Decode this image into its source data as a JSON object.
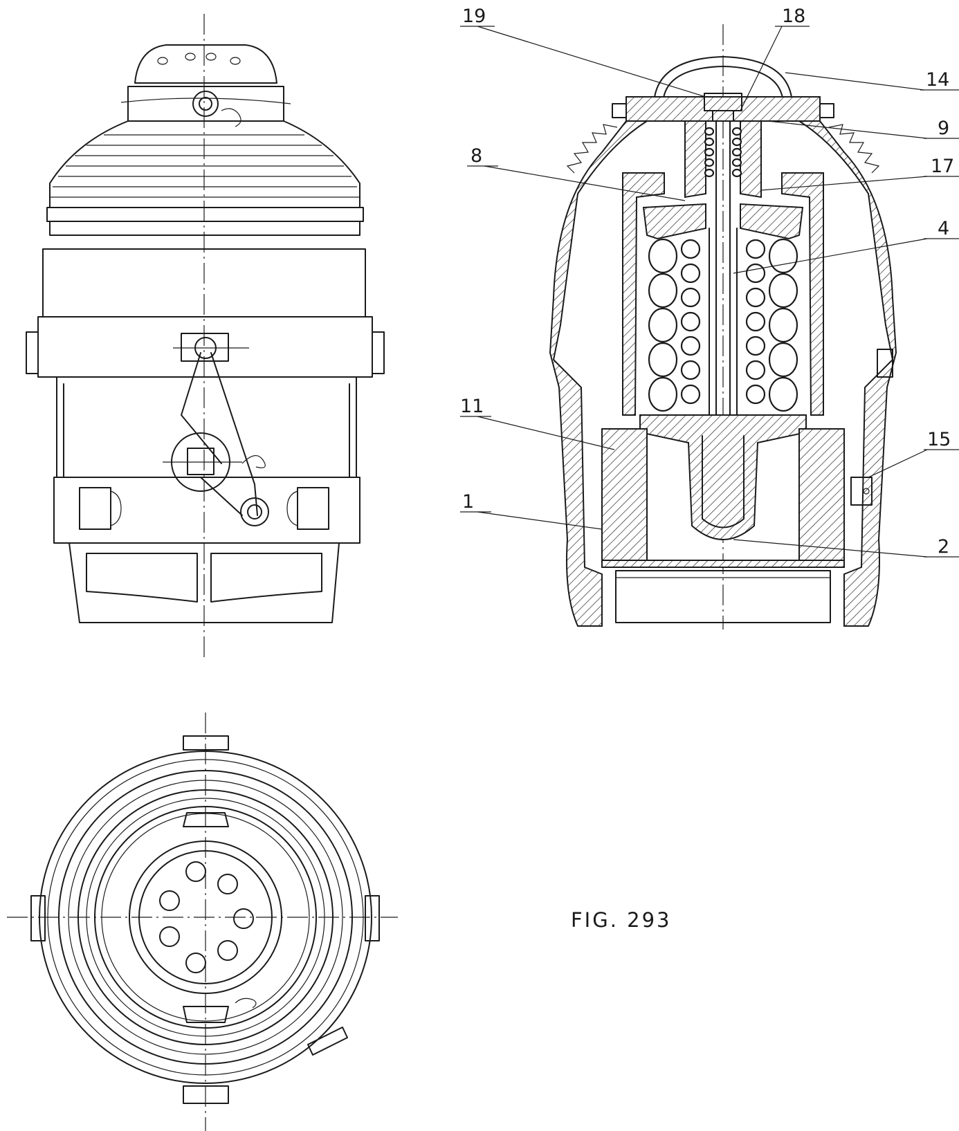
{
  "figure": {
    "caption": "FIG. 293"
  },
  "part_labels": {
    "l1": "1",
    "l2": "2",
    "l4": "4",
    "l8": "8",
    "l9": "9",
    "l11": "11",
    "l14": "14",
    "l15": "15",
    "l17": "17",
    "l18": "18",
    "l19": "19"
  },
  "views": [
    "side-elevation",
    "cross-section",
    "bottom-view"
  ]
}
